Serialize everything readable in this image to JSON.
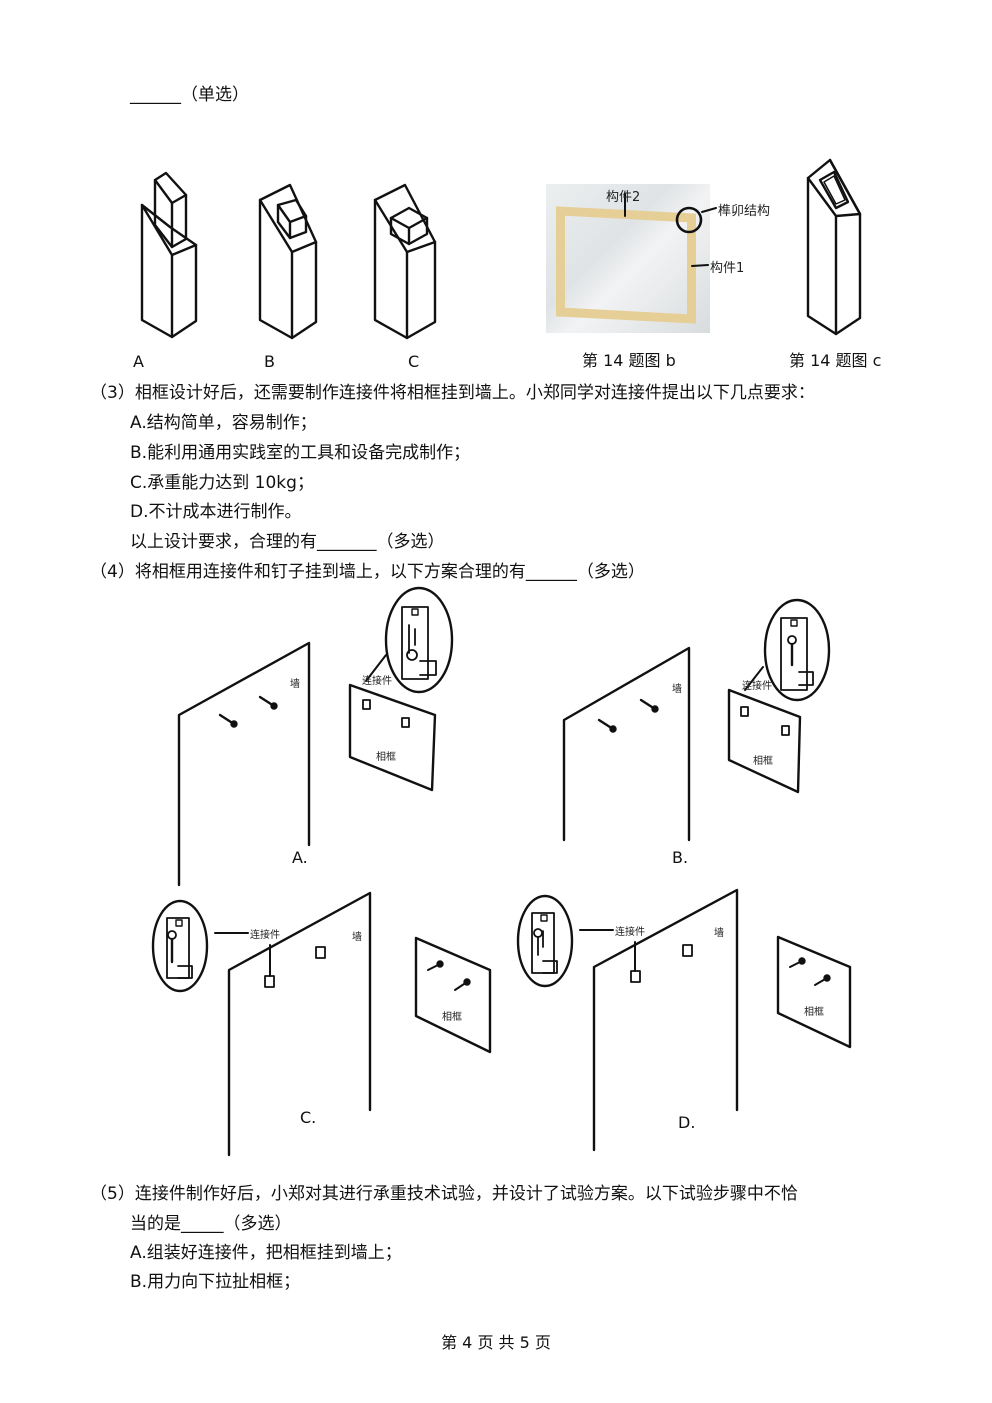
{
  "top_prompt": "______（单选）",
  "fig_a_labels": [
    "A",
    "B",
    "C"
  ],
  "fig_b": {
    "caption": "第 14 题图 b",
    "part2": "构件2",
    "mortise": "榫卯结构",
    "part1": "构件1"
  },
  "fig_c_caption": "第 14 题图 c",
  "q3": {
    "stem": "（3）相框设计好后，还需要制作连接件将相框挂到墙上。小郑同学对连接件提出以下几点要求：",
    "options": [
      "A.结构简单，容易制作；",
      "B.能利用通用实践室的工具和设备完成制作；",
      "C.承重能力达到 10kg；",
      "D.不计成本进行制作。"
    ],
    "question": "以上设计要求，合理的有_______（多选）"
  },
  "q4": {
    "stem": "（4）将相框用连接件和钉子挂到墙上，以下方案合理的有______（多选）",
    "wall": "墙",
    "connector": "连接件",
    "frame": "相框",
    "option_labels": [
      "A.",
      "B.",
      "C.",
      "D."
    ]
  },
  "q5": {
    "stem_line1": "（5）连接件制作好后，小郑对其进行承重技术试验，并设计了试验方案。以下试验步骤中不恰",
    "stem_line2": "当的是_____（多选）",
    "options": [
      "A.组装好连接件，把相框挂到墙上；",
      "B.用力向下拉扯相框；"
    ]
  },
  "footer": "第 4 页 共 5 页"
}
